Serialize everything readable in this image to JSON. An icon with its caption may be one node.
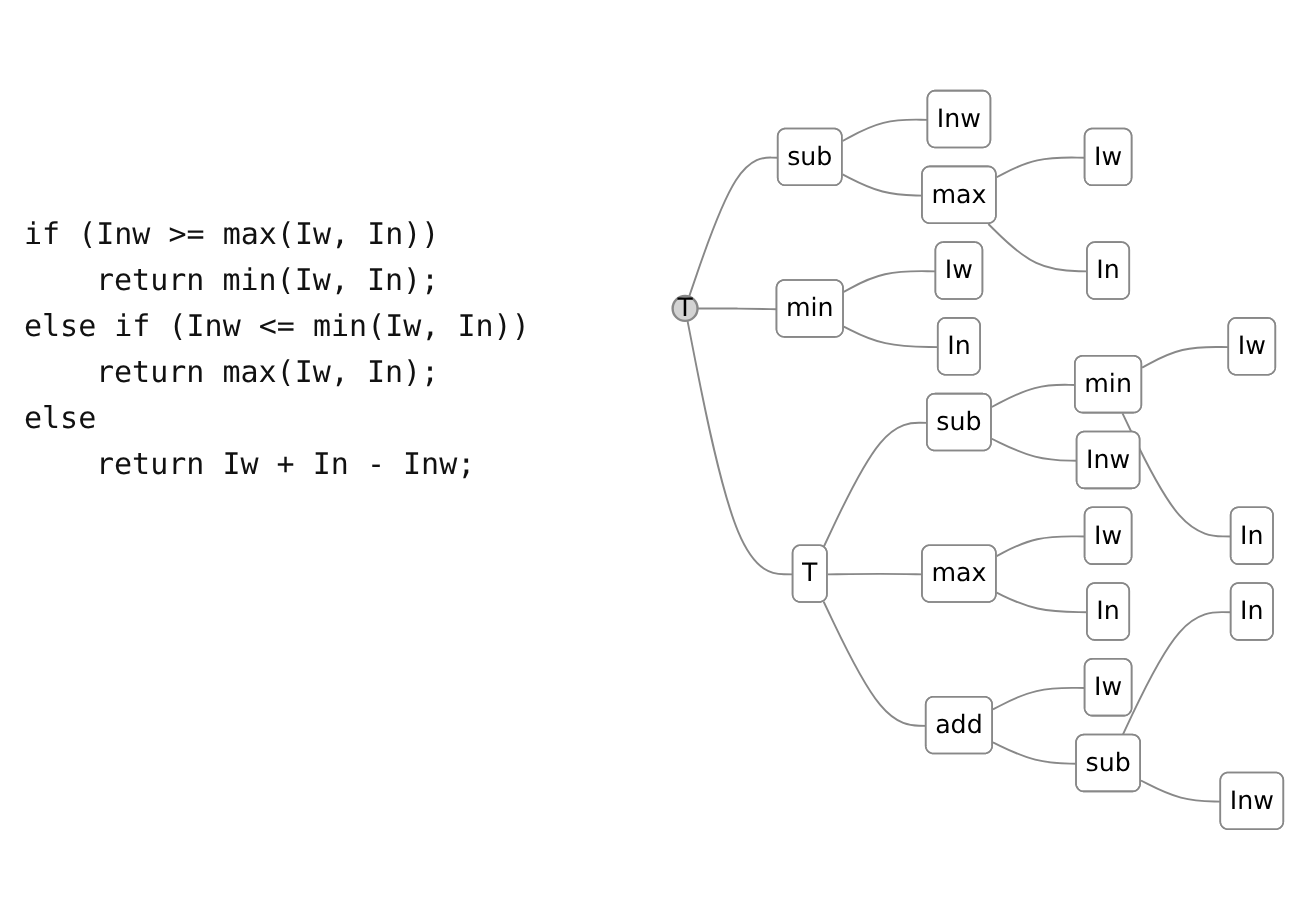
{
  "diagram": {
    "nodes": [
      {
        "text": [
          "T"
        ]
      },
      {
        "text": [
          "sub"
        ]
      },
      {
        "text": [
          "Inw"
        ]
      },
      {
        "text": [
          "max"
        ]
      },
      {
        "text": [
          "Iw"
        ]
      },
      {
        "text": [
          "In"
        ]
      },
      {
        "text": [
          "min"
        ]
      },
      {
        "text": [
          "Iw"
        ]
      },
      {
        "text": [
          "In"
        ]
      },
      {
        "text": [
          "T"
        ]
      },
      {
        "text": [
          "sub"
        ]
      },
      {
        "text": [
          "min"
        ]
      },
      {
        "text": [
          "Iw"
        ]
      },
      {
        "text": [
          "In"
        ]
      },
      {
        "text": [
          "Inw"
        ]
      },
      {
        "text": [
          "max"
        ]
      },
      {
        "text": [
          "Iw"
        ]
      },
      {
        "text": [
          "In"
        ]
      },
      {
        "text": [
          "add"
        ]
      },
      {
        "text": [
          "Iw"
        ]
      },
      {
        "text": [
          "sub"
        ]
      },
      {
        "text": [
          "In"
        ]
      },
      {
        "text": [
          "Inw"
        ]
      }
    ],
    "edges": [
      {
        "from": 0,
        "to": 1,
        "arrow": "none"
      },
      {
        "from": 1,
        "to": 2,
        "arrow": "none"
      },
      {
        "from": 1,
        "to": 3,
        "arrow": "none"
      },
      {
        "from": 3,
        "to": 4,
        "arrow": "none"
      },
      {
        "from": 3,
        "to": 5,
        "arrow": "none"
      },
      {
        "from": 0,
        "to": 6,
        "arrow": "none"
      },
      {
        "from": 6,
        "to": 7,
        "arrow": "none"
      },
      {
        "from": 6,
        "to": 8,
        "arrow": "none"
      },
      {
        "from": 0,
        "to": 9,
        "arrow": "none"
      },
      {
        "from": 9,
        "to": 10,
        "arrow": "none"
      },
      {
        "from": 10,
        "to": 11,
        "arrow": "none"
      },
      {
        "from": 11,
        "to": 12,
        "arrow": "none"
      },
      {
        "from": 11,
        "to": 13,
        "arrow": "none"
      },
      {
        "from": 10,
        "to": 14,
        "arrow": "none"
      },
      {
        "from": 9,
        "to": 15,
        "arrow": "none"
      },
      {
        "from": 15,
        "to": 16,
        "arrow": "none"
      },
      {
        "from": 15,
        "to": 17,
        "arrow": "none"
      },
      {
        "from": 9,
        "to": 18,
        "arrow": "none"
      },
      {
        "from": 18,
        "to": 19,
        "arrow": "none"
      },
      {
        "from": 18,
        "to": 20,
        "arrow": "none"
      },
      {
        "from": 20,
        "to": 21,
        "arrow": "none"
      },
      {
        "from": 20,
        "to": 22,
        "arrow": "none"
      }
    ],
    "labels": [
      "if (Inw >= max(Iw, In))",
      "return min(Iw, In);",
      "else if (Inw <= min(Iw, In))",
      "return max(Iw, In);",
      "else",
      "return Iw + In - Inw;"
    ]
  }
}
